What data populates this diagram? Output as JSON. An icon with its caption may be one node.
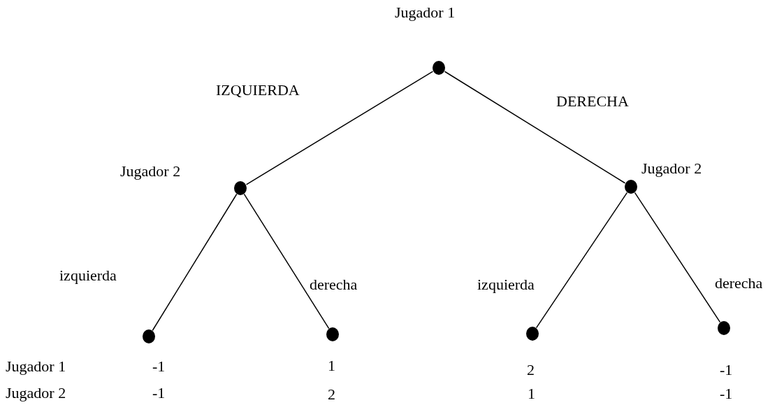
{
  "diagram": {
    "nodes": [
      {
        "text": [],
        "shape": "circle",
        "beside": [
          "Jugador 1"
        ]
      },
      {
        "text": [],
        "shape": "circle",
        "beside": [
          "Jugador 2"
        ]
      },
      {
        "text": [],
        "shape": "circle",
        "beside": [
          "Jugador 2"
        ]
      },
      {
        "text": [],
        "shape": "circle",
        "beside": [
          "-1",
          "-1"
        ]
      },
      {
        "text": [],
        "shape": "circle",
        "beside": [
          "1",
          "2"
        ]
      },
      {
        "text": [],
        "shape": "circle",
        "beside": [
          "2",
          "1"
        ]
      },
      {
        "text": [],
        "shape": "circle",
        "beside": [
          "-1",
          "-1"
        ]
      }
    ],
    "edges": [
      {
        "from": 0,
        "to": 1,
        "arrow": "none",
        "label": "IZQUIERDA"
      },
      {
        "from": 0,
        "to": 2,
        "arrow": "none",
        "label": "DERECHA"
      },
      {
        "from": 1,
        "to": 3,
        "arrow": "none",
        "label": "izquierda"
      },
      {
        "from": 1,
        "to": 4,
        "arrow": "none",
        "label": "derecha"
      },
      {
        "from": 2,
        "to": 5,
        "arrow": "none",
        "label": "izquierda"
      },
      {
        "from": 2,
        "to": 6,
        "arrow": "none",
        "label": "derecha"
      }
    ],
    "labels": [
      "Jugador 1",
      "Jugador 2"
    ]
  }
}
